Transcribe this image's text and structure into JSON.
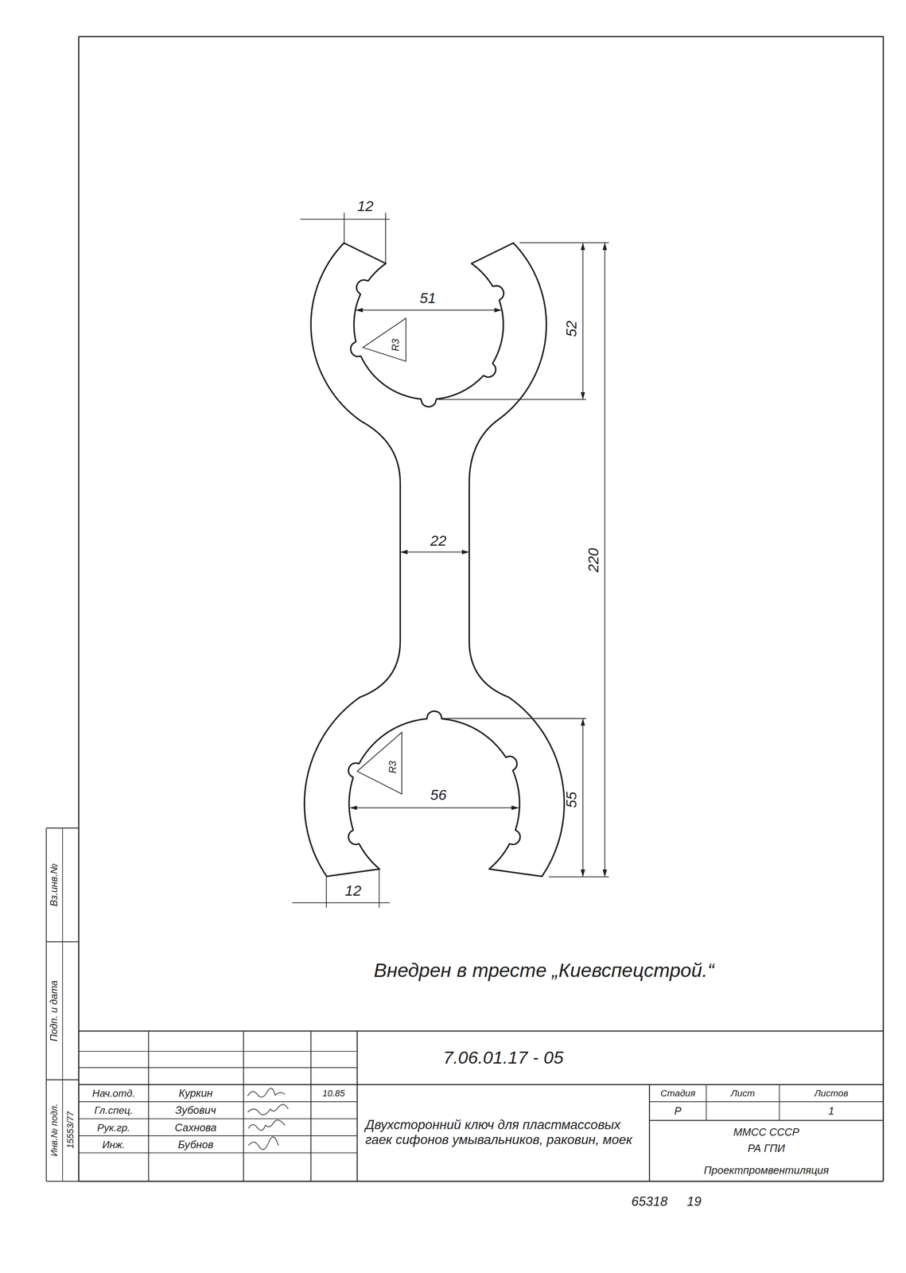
{
  "diagram": {
    "labels": [
      "12",
      "51",
      "R3",
      "52",
      "22",
      "220",
      "R3",
      "56",
      "55",
      "12",
      "Внедрен в тресте „Киевспецстрой.“",
      "7.06.01.17 - 05",
      "Нач.отд.",
      "Гл.спец.",
      "Рук.гр.",
      "Инж.",
      "Куркин",
      "Зубович",
      "Сахнова",
      "Бубнов",
      "10.85",
      "Двухсторонний ключ для пластмассовых гаек сифонов умывальников, раковин, моек",
      "Стадия",
      "Лист",
      "Листов",
      "Р",
      "1",
      "ММСС СССР",
      "РА ГПИ",
      "Проектпромвентиляция",
      "Вз.инв.№",
      "Подп. и дата",
      "Инв.№ подл.",
      "15553/77",
      "65318",
      "19"
    ]
  }
}
